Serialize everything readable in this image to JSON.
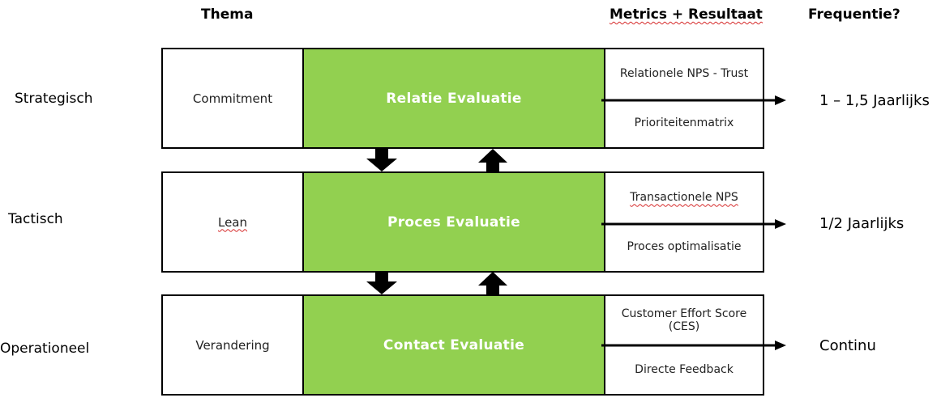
{
  "headers": {
    "thema": "Thema",
    "metrics": "Metrics + Resultaat",
    "frequentie": "Frequentie?"
  },
  "levels": [
    {
      "name": "Strategisch",
      "theme": "Commitment",
      "center": "Relatie Evaluatie",
      "metrics": [
        "Relationele NPS - Trust",
        "Prioriteitenmatrix"
      ],
      "frequency": "1 – 1,5 Jaarlijks"
    },
    {
      "name": "Tactisch",
      "theme": "Lean",
      "center": "Proces Evaluatie",
      "metrics": [
        "Transactionele NPS",
        "Proces optimalisatie"
      ],
      "frequency": "1/2 Jaarlijks"
    },
    {
      "name": "Operationeel",
      "theme": "Verandering",
      "center": "Contact Evaluatie",
      "metrics": [
        "Customer Effort Score (CES)",
        "Directe Feedback"
      ],
      "frequency": "Continu"
    }
  ],
  "colors": {
    "center_fill": "#92d050",
    "spellcheck_underline": "#d62b2b"
  },
  "connectors": {
    "down_arrow_icon": "arrow-down-icon",
    "up_arrow_icon": "arrow-up-icon",
    "right_arrow_icon": "arrow-right-icon"
  }
}
